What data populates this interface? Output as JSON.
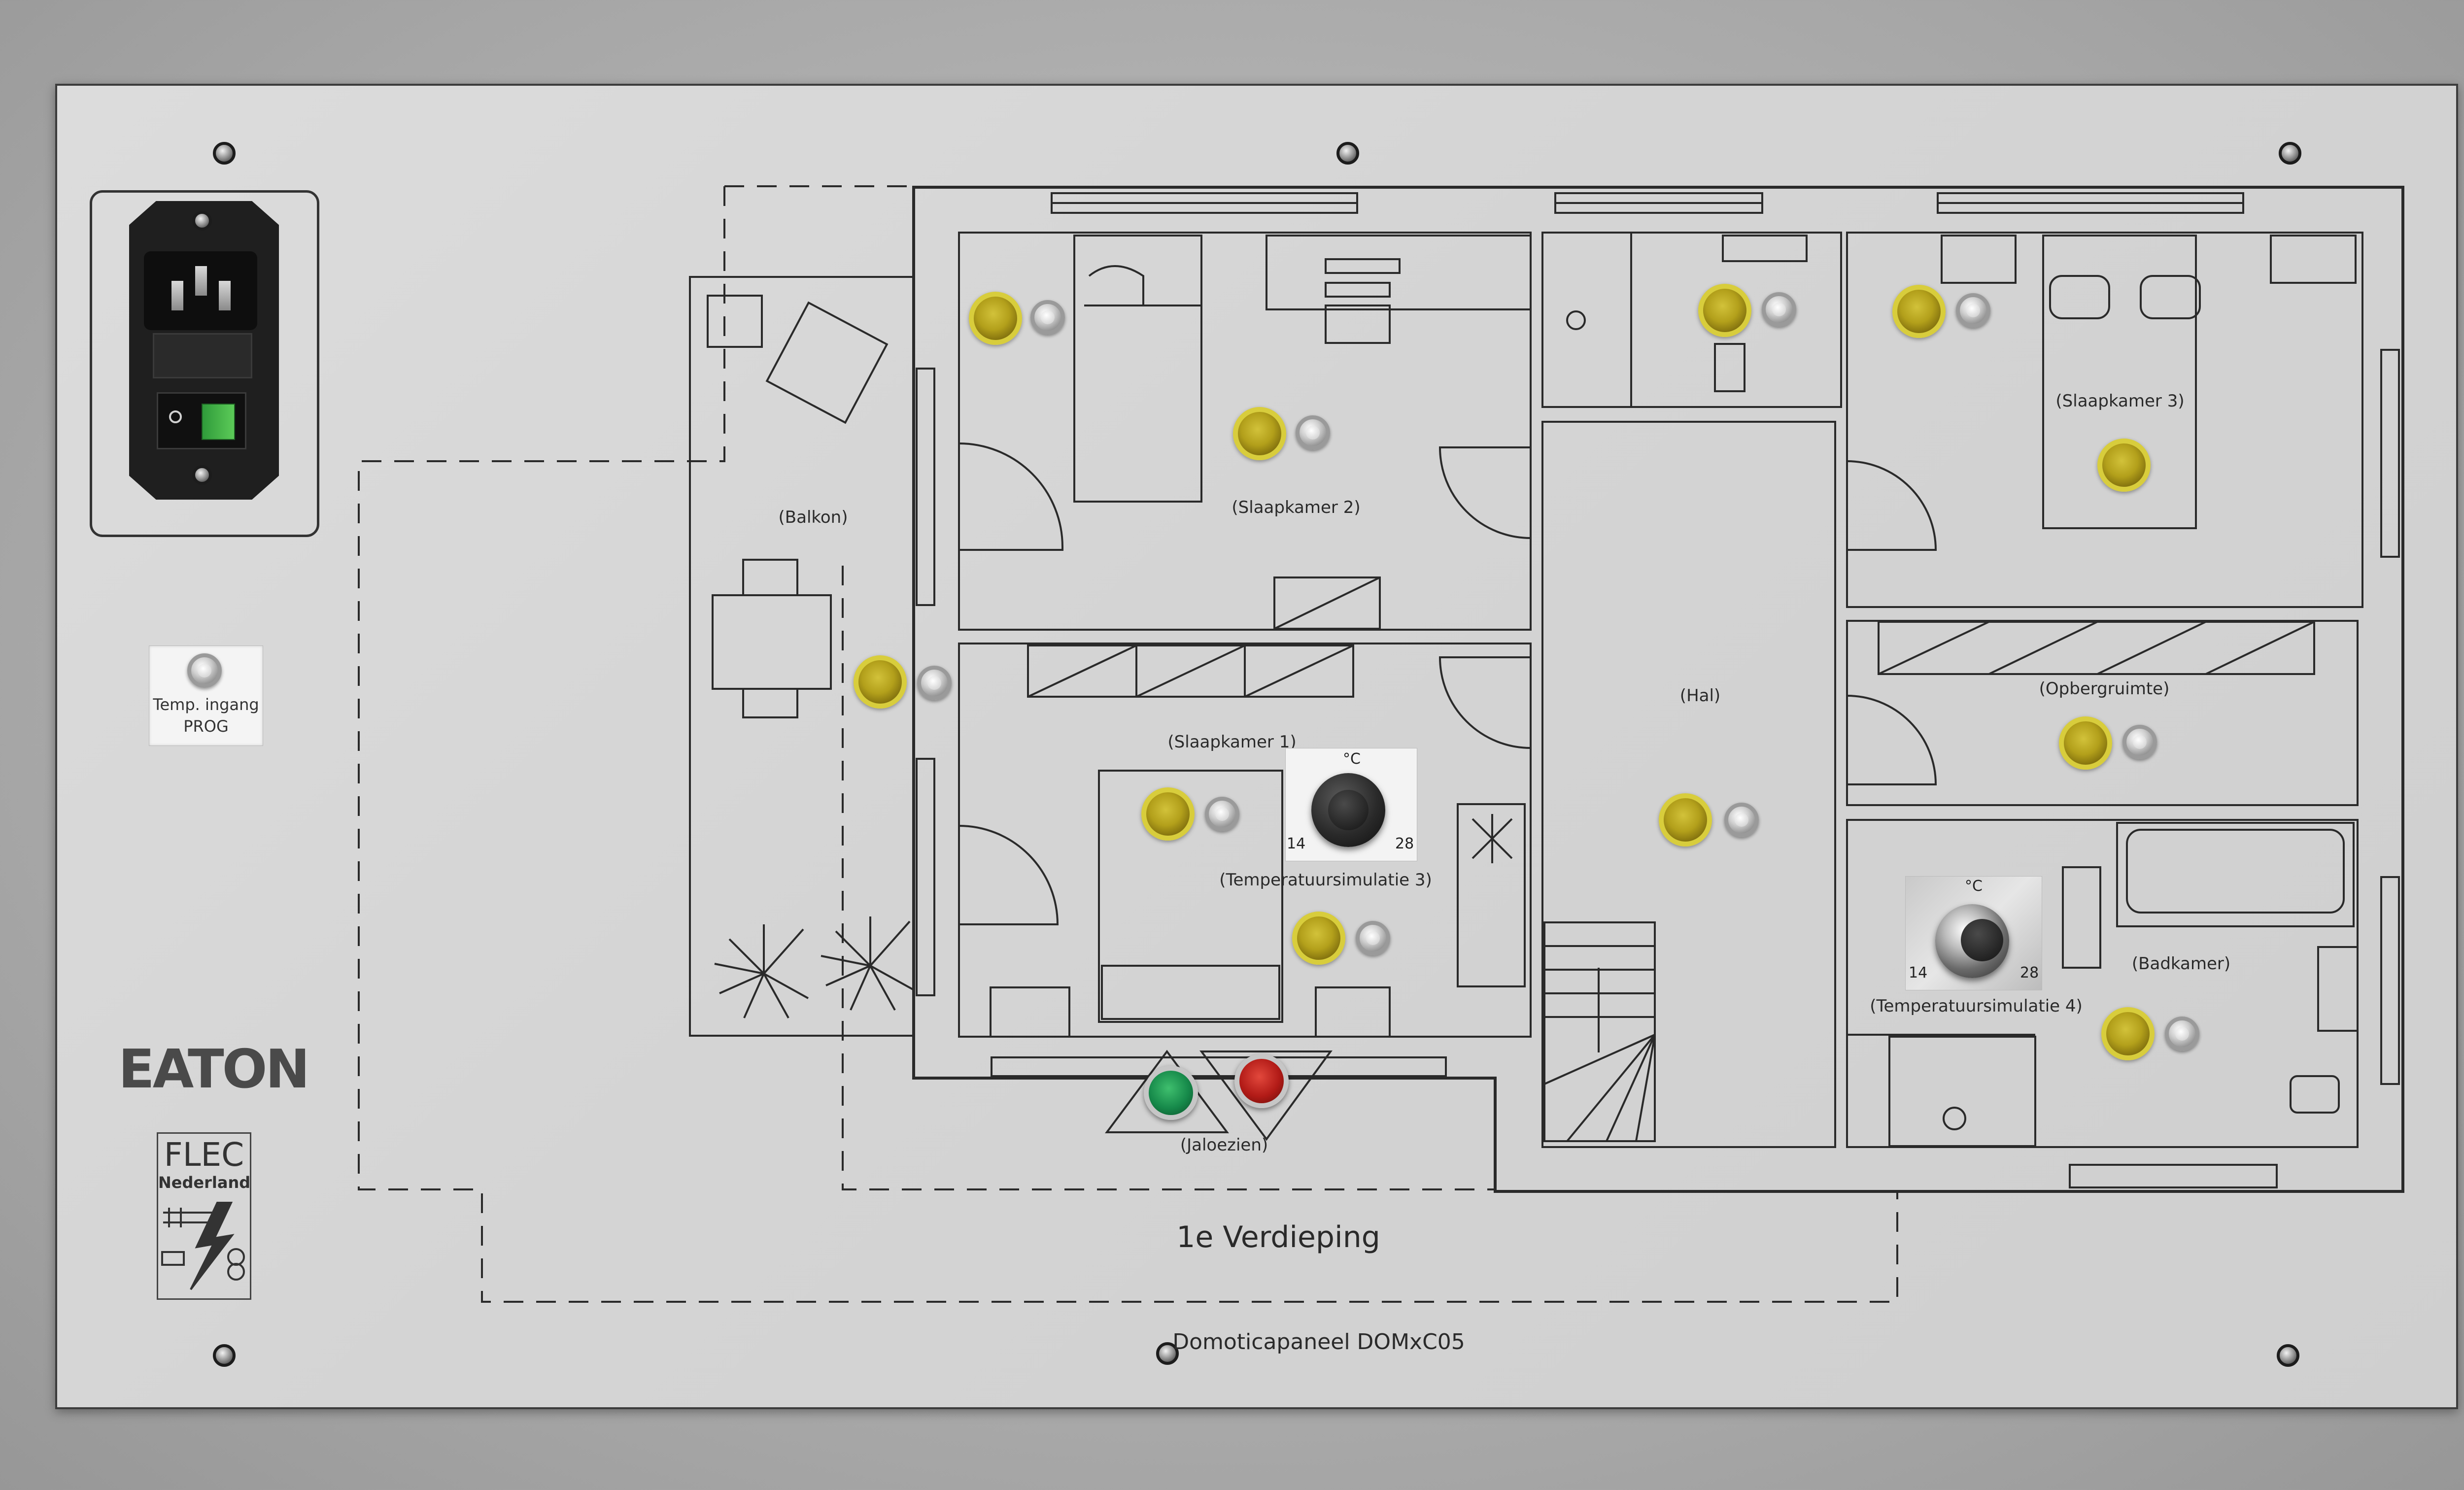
{
  "brand": {
    "logo": "EATON",
    "flec_line1": "FLEC",
    "flec_line2": "Nederland"
  },
  "panel": {
    "title": "1e Verdieping",
    "model": "Domoticapaneel DOMxC05"
  },
  "prog": {
    "line1": "Temp. ingang",
    "line2": "PROG"
  },
  "rooms": {
    "balkon": "(Balkon)",
    "slaapkamer2": "(Slaapkamer 2)",
    "slaapkamer1": "(Slaapkamer 1)",
    "slaapkamer3": "(Slaapkamer 3)",
    "hal": "(Hal)",
    "opbergruimte": "(Opbergruimte)",
    "badkamer": "(Badkamer)",
    "jaloezien": "(Jaloezien)"
  },
  "dials": {
    "t3": {
      "label": "(Temperatuursimulatie 3)",
      "min": "14",
      "max": "28",
      "unit": "°C"
    },
    "t4": {
      "label": "(Temperatuursimulatie 4)",
      "min": "14",
      "max": "28",
      "unit": "°C"
    }
  },
  "colors": {
    "lamp": "#b3a01b",
    "green": "#16894a",
    "red": "#b21b17",
    "line": "#2a2a2a"
  },
  "icons": {
    "inlet": "power-inlet-icon",
    "switch": "power-switch-icon"
  }
}
